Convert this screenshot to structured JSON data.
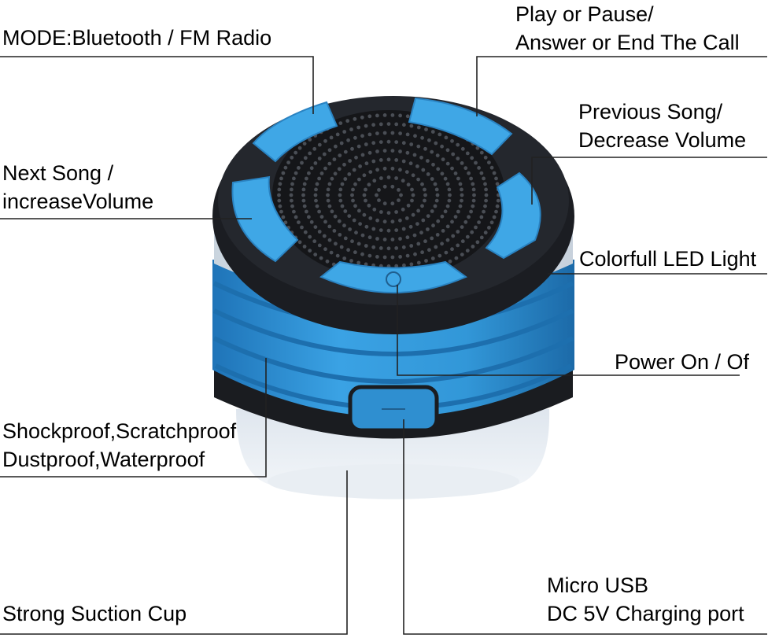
{
  "callouts": {
    "mode": [
      "MODE:Bluetooth / FM Radio"
    ],
    "play_pause": [
      "Play or Pause/",
      "Answer or End The Call"
    ],
    "previous": [
      "Previous Song/",
      "Decrease Volume"
    ],
    "next": [
      "Next Song /",
      "increaseVolume"
    ],
    "led": [
      "Colorfull LED Light"
    ],
    "power": [
      "Power On / Of"
    ],
    "shockproof": [
      "Shockproof,Scratchproof",
      "Dustproof,Waterproof"
    ],
    "usb": [
      "Micro USB",
      "DC 5V Charging port"
    ],
    "suction": [
      "Strong Suction Cup"
    ]
  },
  "colors": {
    "button_blue": "#3fa7e6",
    "body_blue": "#2f8fd0",
    "black": "#1a1c20",
    "clear": "#eef3f8"
  }
}
